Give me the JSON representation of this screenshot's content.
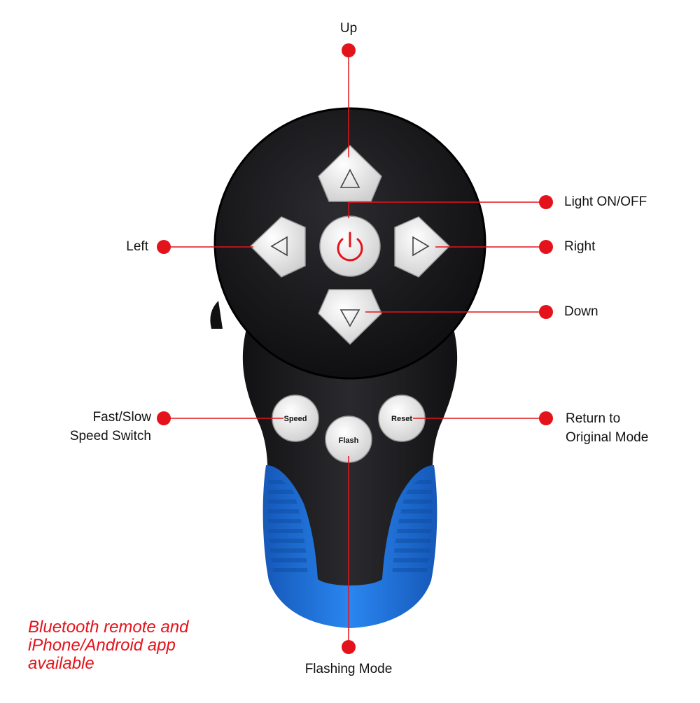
{
  "labels": {
    "up": "Up",
    "light": "Light ON/OFF",
    "left": "Left",
    "right": "Right",
    "down": "Down",
    "speed_line1": "Fast/Slow",
    "speed_line2": "Speed Switch",
    "reset_line1": "Return to",
    "reset_line2": "Original Mode",
    "flash": "Flashing Mode"
  },
  "buttons": {
    "speed": "Speed",
    "reset": "Reset",
    "flash": "Flash"
  },
  "note": "Bluetooth remote and\niPhone/Android app\navailable",
  "colors": {
    "marker": "#e4131b",
    "body": "#1b1b1d",
    "grip": "#1f6fd6",
    "button": "#ececec",
    "power_icon": "#e4131b"
  }
}
